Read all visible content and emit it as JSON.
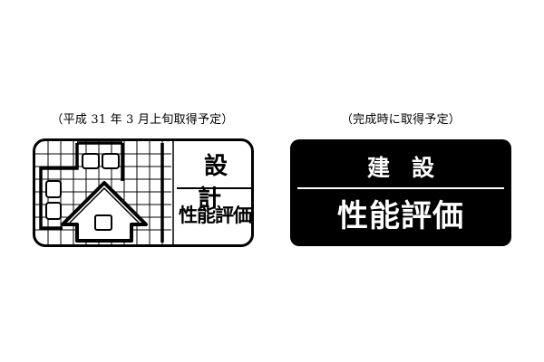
{
  "design_badge": {
    "caption": "（平成 31 年 3 月上旬取得予定）",
    "title": "設計",
    "main": "性能評価",
    "icon": "house-on-grid-icon"
  },
  "construction_badge": {
    "caption": "（完成時に取得予定）",
    "title": "建設",
    "main": "性能評価",
    "icon": "none"
  },
  "colors": {
    "ink": "#000000",
    "paper": "#ffffff"
  }
}
